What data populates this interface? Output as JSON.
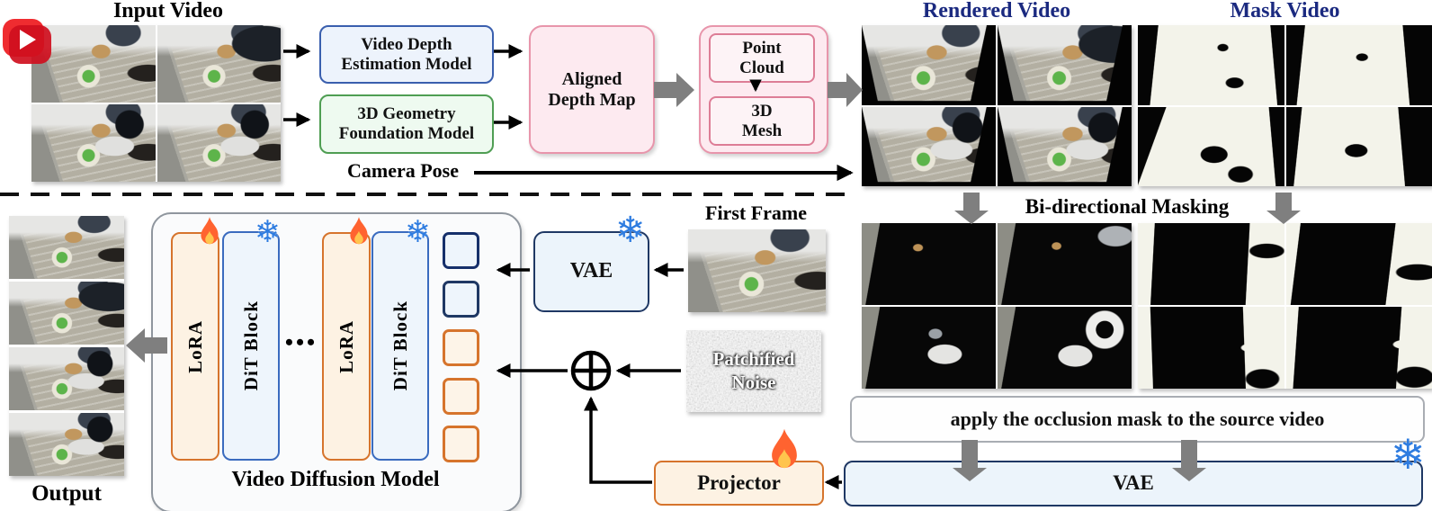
{
  "titles": {
    "input_video": "Input Video",
    "rendered_video": "Rendered Video",
    "mask_video": "Mask Video",
    "camera_pose": "Camera Pose",
    "bidirectional_masking": "Bi-directional Masking",
    "first_frame": "First Frame",
    "output": "Output"
  },
  "pipeline": {
    "video_depth_box": "Video Depth\nEstimation Model",
    "geometry_box": "3D Geometry\nFoundation Model",
    "aligned_depth_box": "Aligned\nDepth Map",
    "point_cloud_box": "Point\nCloud",
    "mesh_box": "3D\nMesh"
  },
  "diffusion": {
    "container_label": "Video Diffusion Model",
    "lora_label": "LoRA",
    "dit_label": "DiT Block",
    "dots": "•••",
    "vae_label": "VAE",
    "patchified_noise_label": "Patchified\nNoise",
    "projector_label": "Projector",
    "apply_mask_label": "apply the occlusion mask to the source video"
  },
  "icons": {
    "snowflake_glyph": "❄",
    "snowflake_color": "#2e7ce0",
    "flame_outer_color": "#ff6330",
    "flame_inner_color": "#ffc44d",
    "play_color": "#e01822",
    "block_arrow_color": "#7f7f7f",
    "title_navy_color": "#1b2a80"
  }
}
